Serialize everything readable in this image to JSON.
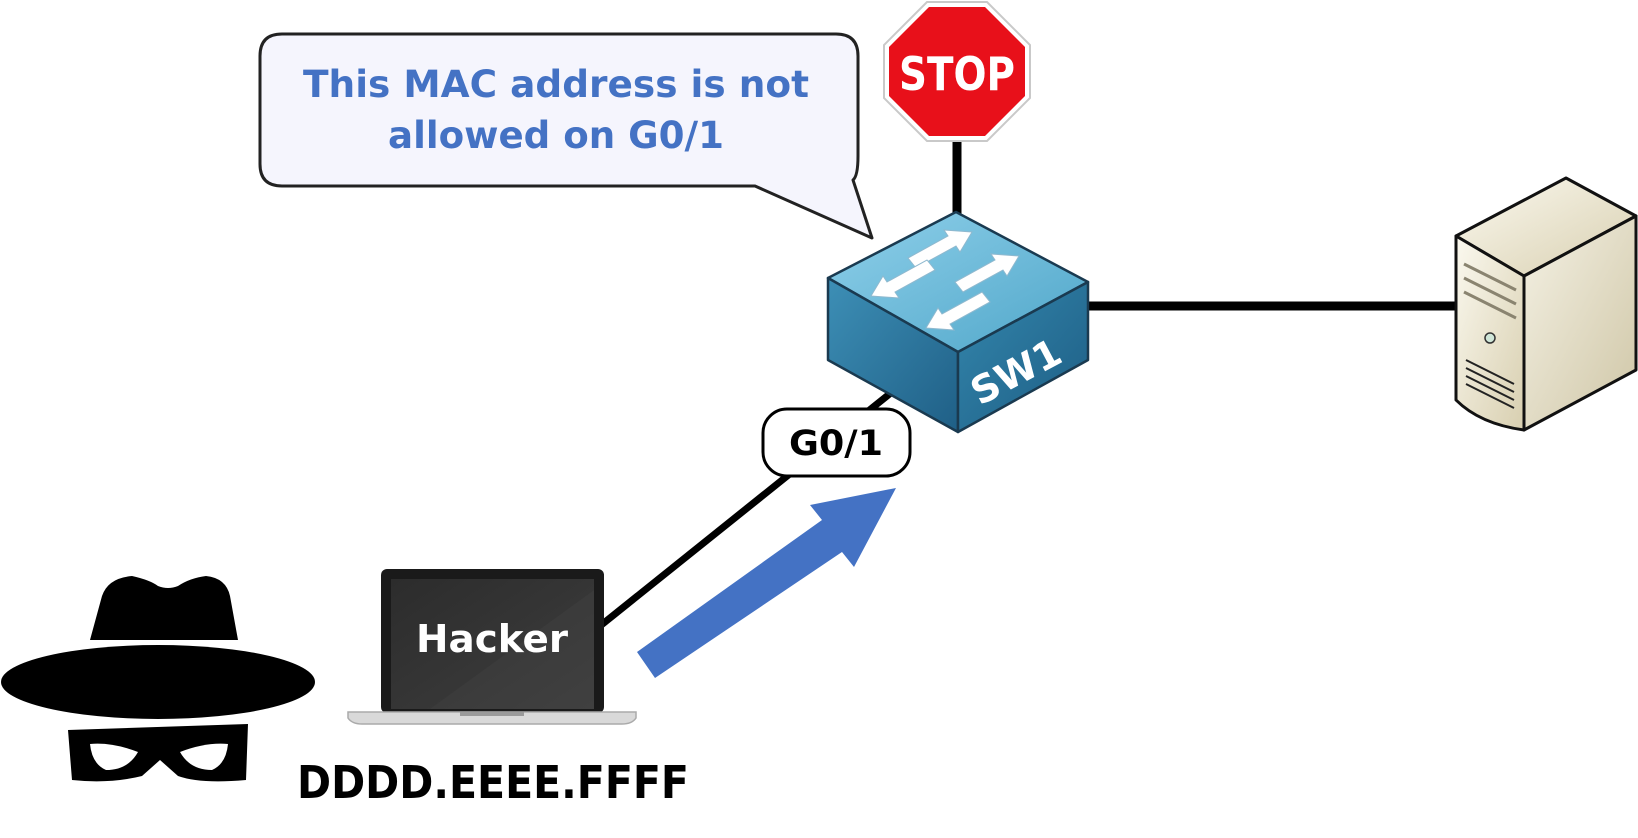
{
  "callout": {
    "line1": "This MAC address is not",
    "line2": "allowed on G0/1",
    "color": "#4472C4"
  },
  "stop_sign": {
    "label": "STOP",
    "color": "#E8101A"
  },
  "switch": {
    "label": "SW1",
    "color": "#3A86A8"
  },
  "interface": {
    "label": "G0/1"
  },
  "laptop": {
    "label": "Hacker"
  },
  "hacker": {
    "mac": "DDDD.EEEE.FFFF"
  },
  "arrow": {
    "color": "#4472C4"
  },
  "icons": [
    "hacker-icon",
    "laptop-icon",
    "switch-icon",
    "server-icon",
    "stop-sign-icon"
  ]
}
